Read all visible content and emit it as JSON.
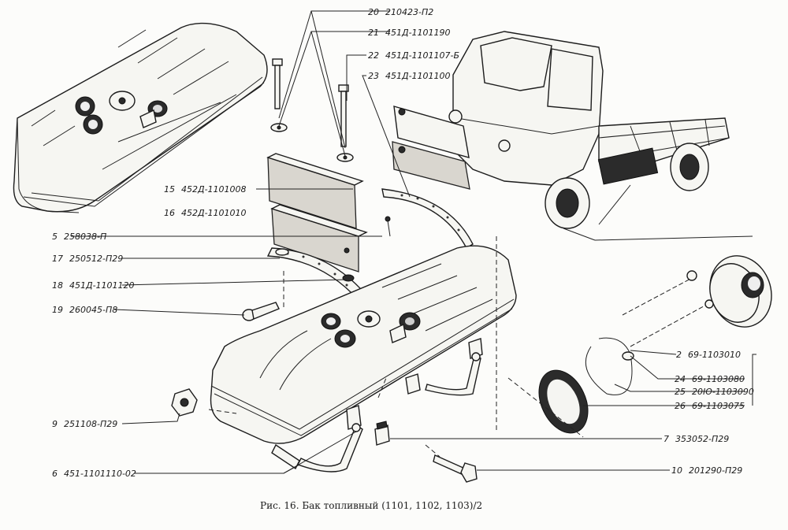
{
  "caption": "Рис. 16. Бак топливный (1101, 1102, 1103)/2",
  "callouts": [
    {
      "num": "20",
      "code": "210423-П2"
    },
    {
      "num": "21",
      "code": "451Д-1101190"
    },
    {
      "num": "22",
      "code": "451Д-1101107-Б"
    },
    {
      "num": "23",
      "code": "451Д-1101100"
    },
    {
      "num": "15",
      "code": "452Д-1101008"
    },
    {
      "num": "16",
      "code": "452Д-1101010"
    },
    {
      "num": "5",
      "code": "258038-П"
    },
    {
      "num": "17",
      "code": "250512-П29"
    },
    {
      "num": "18",
      "code": "451Д-1101120"
    },
    {
      "num": "19",
      "code": "260045-П8"
    },
    {
      "num": "2",
      "code": "69-1103010"
    },
    {
      "num": "24",
      "code": "69-1103080"
    },
    {
      "num": "25",
      "code": "20Ю-1103090"
    },
    {
      "num": "26",
      "code": "69-1103075"
    },
    {
      "num": "9",
      "code": "251108-П29"
    },
    {
      "num": "7",
      "code": "353052-П29"
    },
    {
      "num": "6",
      "code": "451-1101110-02"
    },
    {
      "num": "10",
      "code": "201290-П29"
    }
  ]
}
